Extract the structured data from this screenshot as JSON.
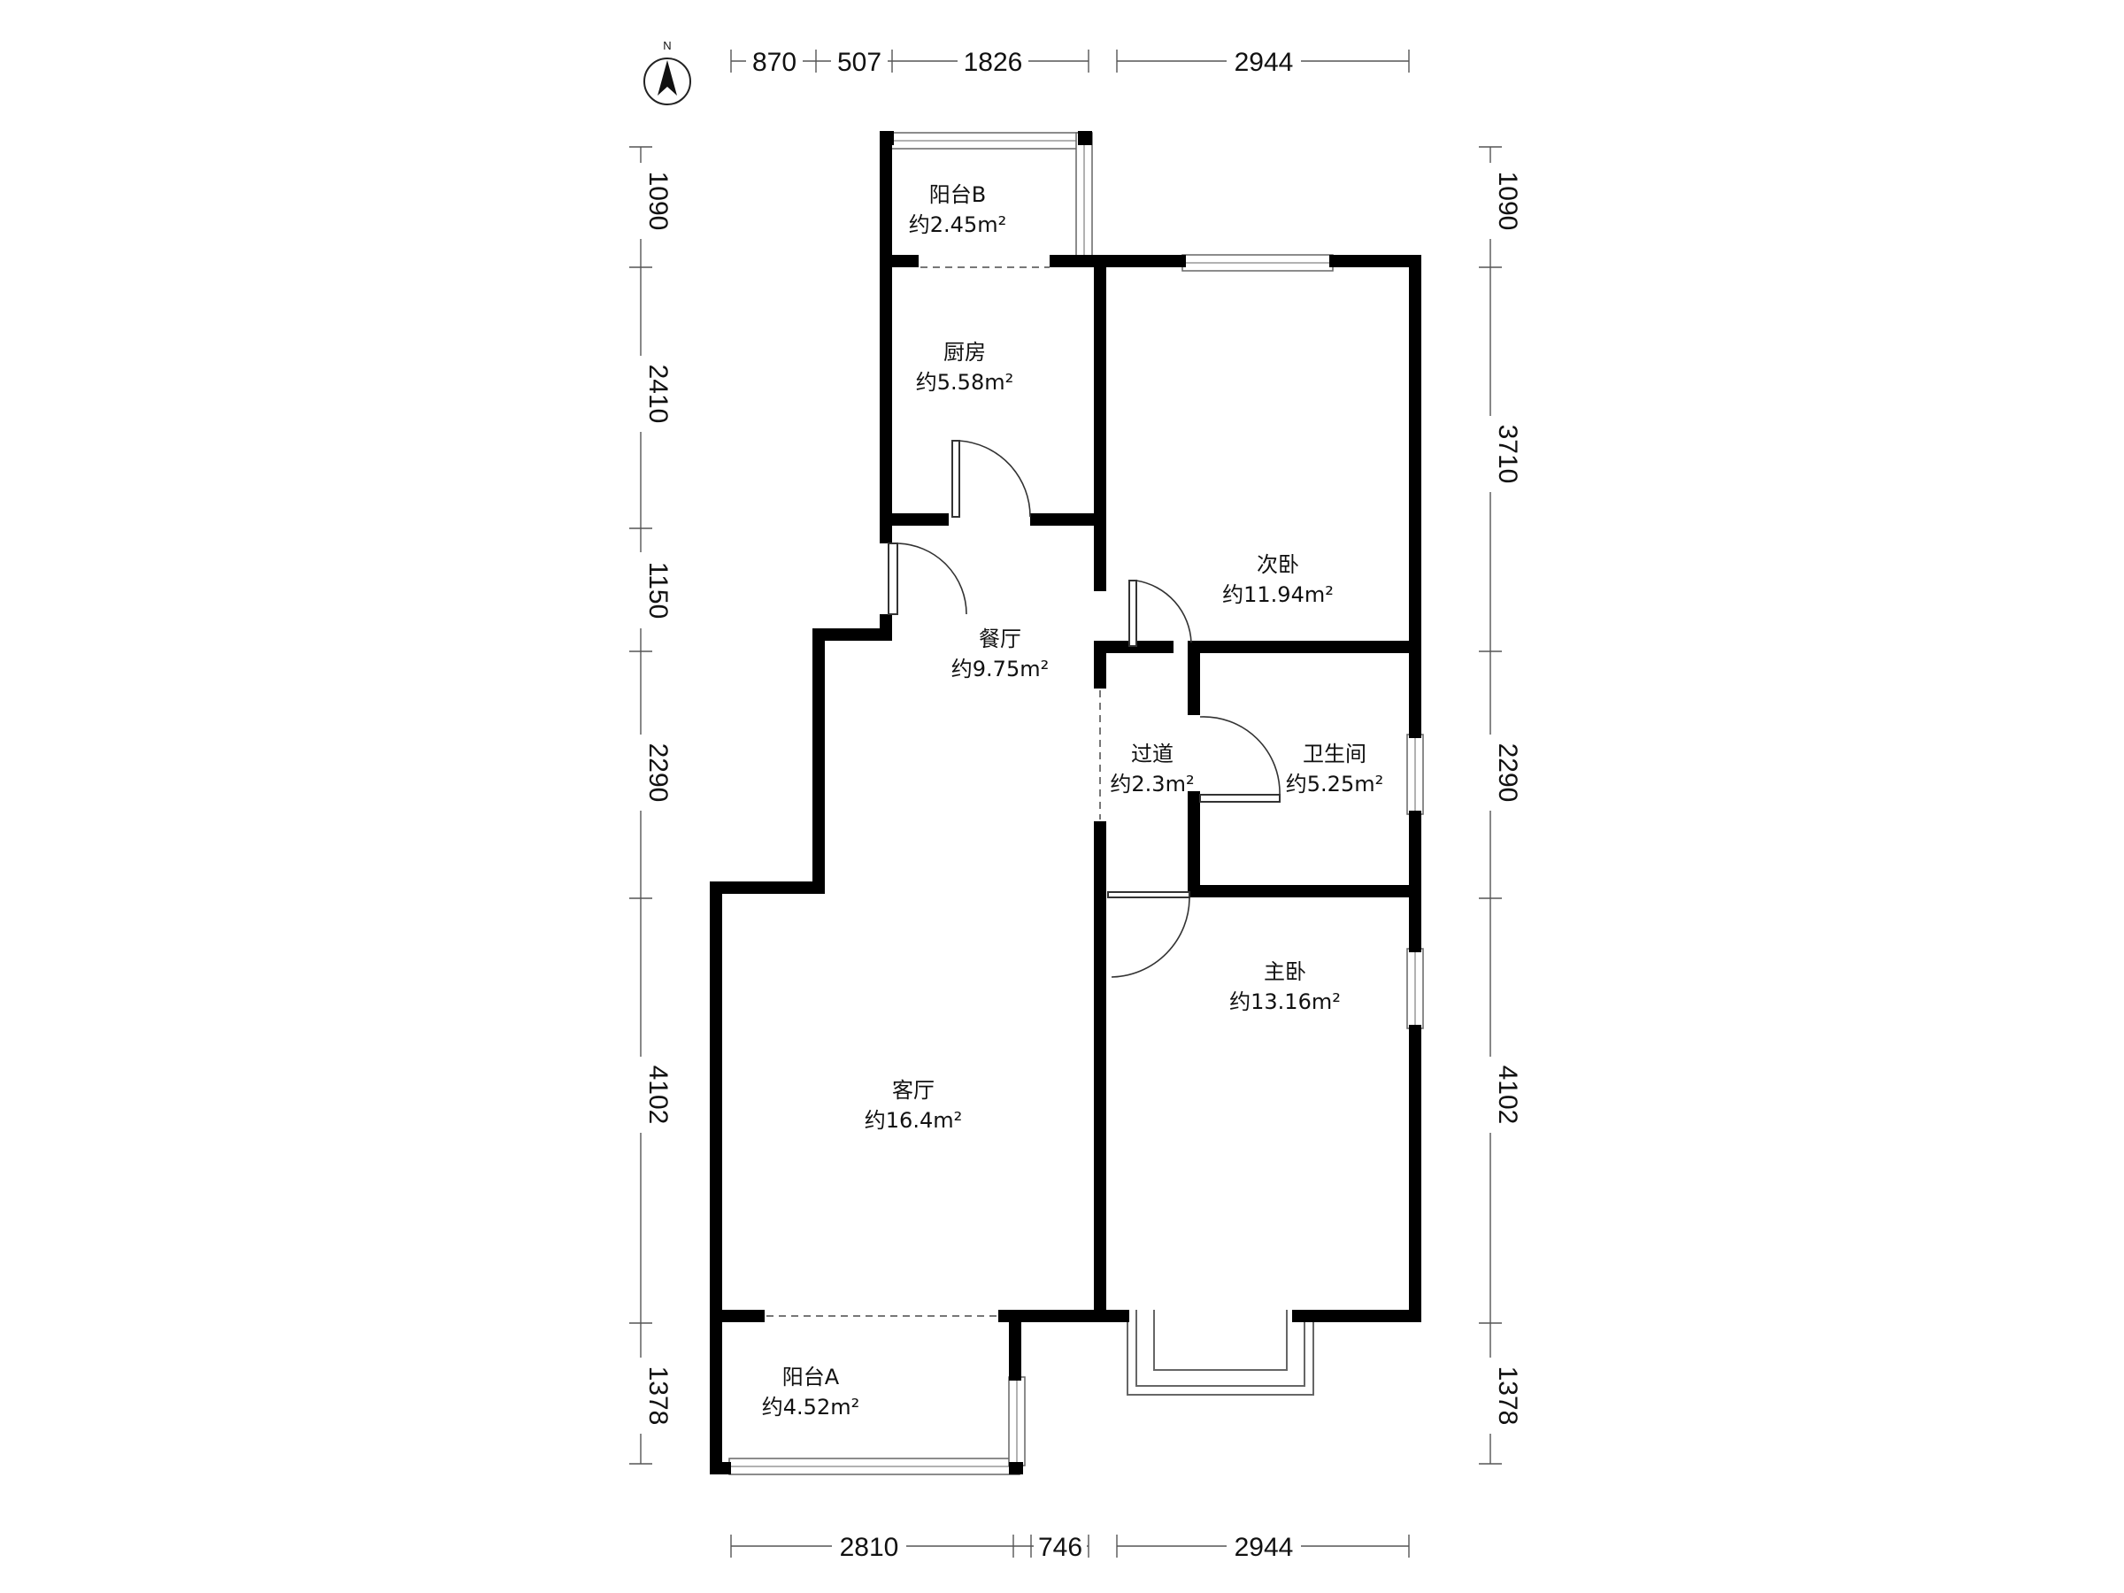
{
  "compass": {
    "label": "N"
  },
  "rooms": {
    "balcony_b": {
      "name": "阳台B",
      "area": "约2.45m²"
    },
    "kitchen": {
      "name": "厨房",
      "area": "约5.58m²"
    },
    "second_bedroom": {
      "name": "次卧",
      "area": "约11.94m²"
    },
    "dining": {
      "name": "餐厅",
      "area": "约9.75m²"
    },
    "corridor": {
      "name": "过道",
      "area": "约2.3m²"
    },
    "bathroom": {
      "name": "卫生间",
      "area": "约5.25m²"
    },
    "master_bedroom": {
      "name": "主卧",
      "area": "约13.16m²"
    },
    "living": {
      "name": "客厅",
      "area": "约16.4m²"
    },
    "balcony_a": {
      "name": "阳台A",
      "area": "约4.52m²"
    }
  },
  "dimensions": {
    "top": [
      "870",
      "507",
      "1826",
      "2944"
    ],
    "bottom": [
      "2810",
      "746",
      "2944"
    ],
    "left": [
      "1090",
      "2410",
      "1150",
      "2290",
      "4102",
      "1378"
    ],
    "right": [
      "1090",
      "3710",
      "2290",
      "4102",
      "1378"
    ]
  }
}
